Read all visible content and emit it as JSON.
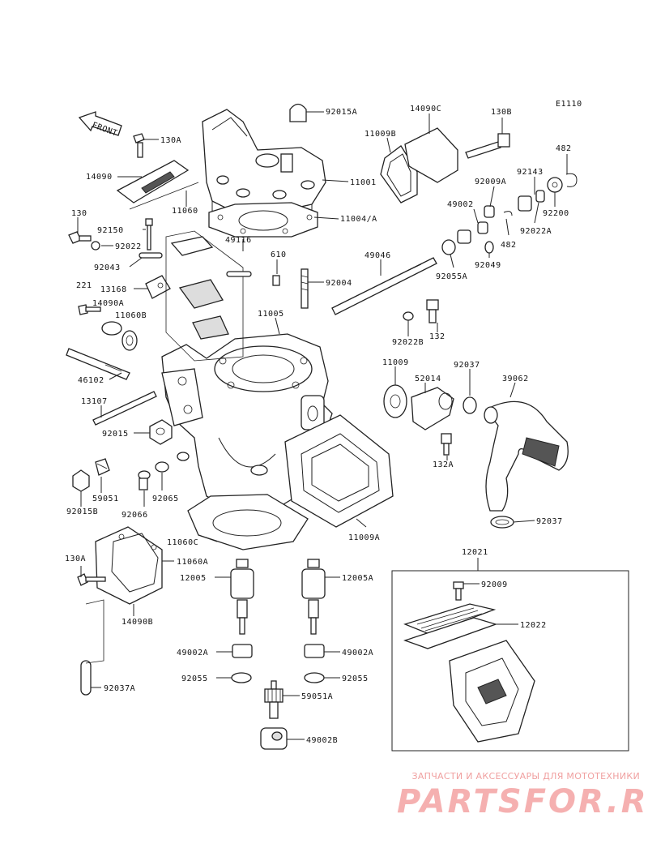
{
  "diagram_code": "E1110",
  "front_label": "FRONT",
  "labels": [
    "92015A",
    "14090C",
    "130B",
    "11009B",
    "130A",
    "11001",
    "14090",
    "11060",
    "11004/A",
    "130",
    "92150",
    "49116",
    "92022",
    "92043",
    "610",
    "13168",
    "221",
    "14090A",
    "11060B",
    "92004",
    "11005",
    "46102",
    "13107",
    "92015",
    "92015B",
    "59051",
    "92066",
    "92065",
    "11060C",
    "130A",
    "11060A",
    "14090B",
    "92037A",
    "12005",
    "12005A",
    "49002A",
    "49002A",
    "92055",
    "92055",
    "59051A",
    "49002B",
    "49046",
    "92022B",
    "132",
    "11009",
    "52014",
    "92037",
    "39062",
    "132A",
    "11009A",
    "92037",
    "12021",
    "92009",
    "12022",
    "482",
    "92143",
    "92009A",
    "49002",
    "92200",
    "92022A",
    "482",
    "92049",
    "92055A"
  ],
  "watermark": {
    "caption": "ЗАПЧАСТИ И АКСЕССУАРЫ ДЛЯ МОТОТЕХНИКИ",
    "logo": "PARTSFOR.RU"
  }
}
